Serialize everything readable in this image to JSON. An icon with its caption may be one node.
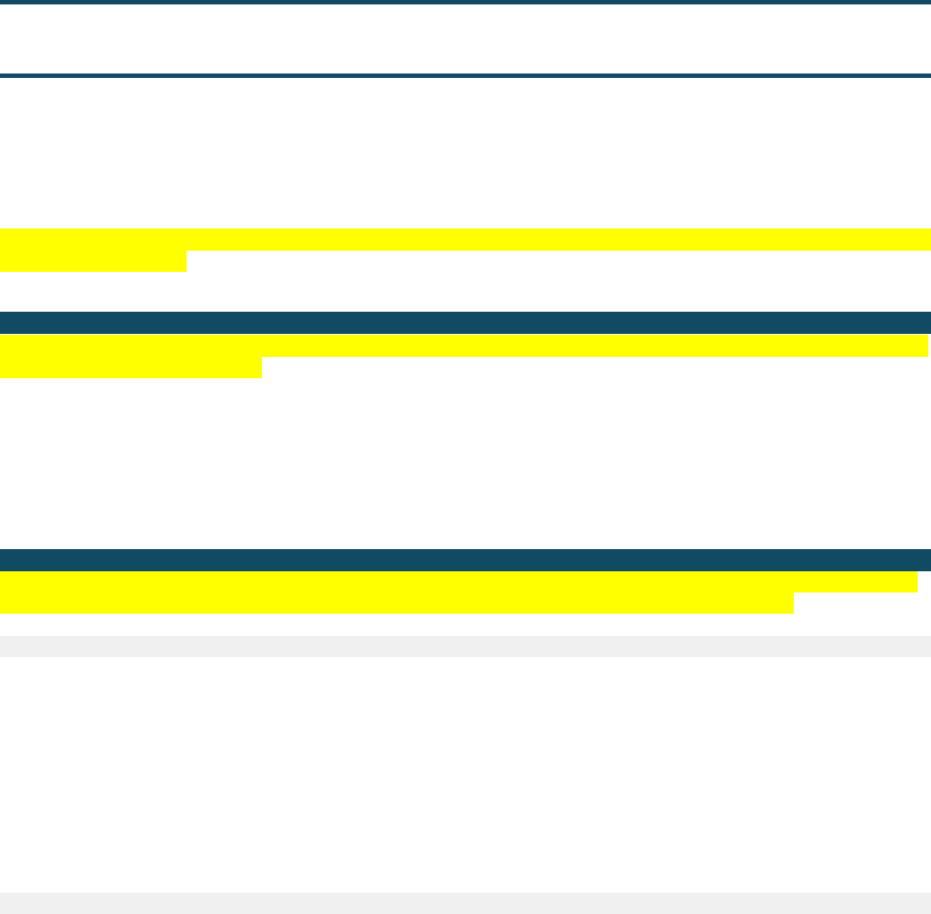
{
  "diagram": {
    "nodes": [
      {
        "text": [],
        "shape": "bar"
      },
      {
        "text": [],
        "shape": "bar"
      },
      {
        "text": [],
        "shape": "bar"
      },
      {
        "text": [],
        "shape": "bar"
      },
      {
        "text": [],
        "shape": "bar"
      },
      {
        "text": [],
        "shape": "bar"
      },
      {
        "text": [],
        "shape": "bar"
      }
    ]
  }
}
